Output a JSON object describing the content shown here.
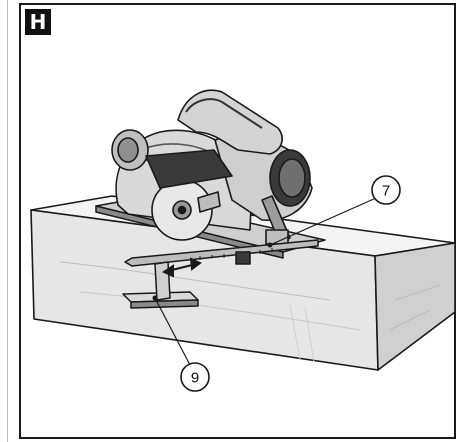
{
  "figure": {
    "label": "H",
    "callouts": [
      {
        "id": "7",
        "text": "7"
      },
      {
        "id": "9",
        "text": "9"
      }
    ],
    "icons": [
      "circular-saw-icon",
      "wood-board-icon",
      "parallel-guide-icon",
      "direction-arrow-icon"
    ],
    "colors": {
      "line": "#1a1a1a",
      "board_face": "#f2f2f2",
      "board_side": "#dcdcdc",
      "saw_body": "#d9d9d9",
      "saw_dark": "#3a3a3a"
    }
  }
}
